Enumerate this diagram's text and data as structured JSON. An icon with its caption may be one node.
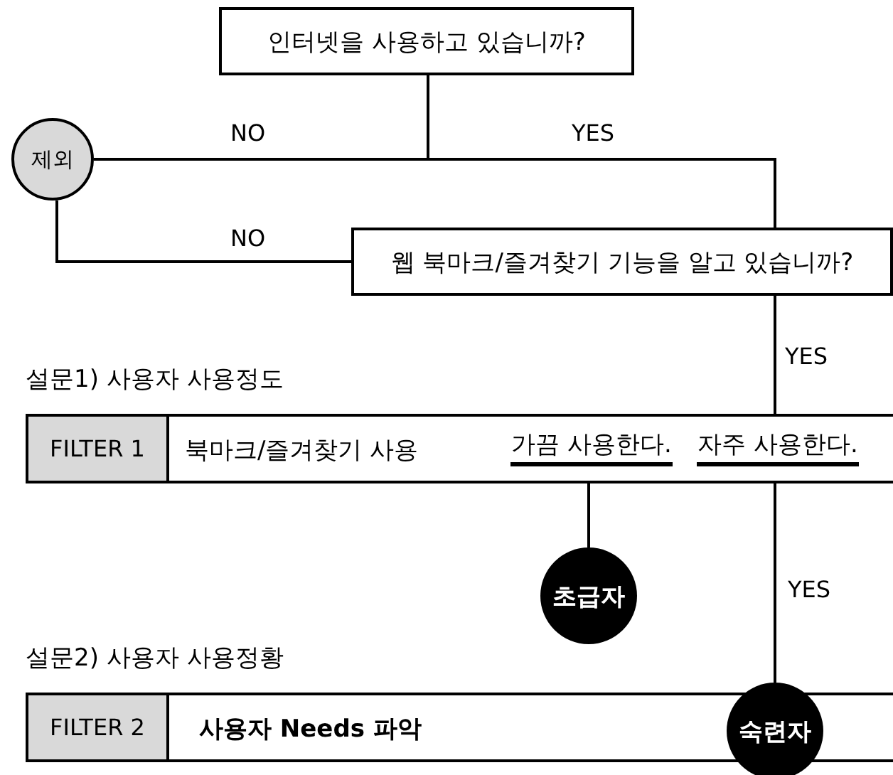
{
  "diagram": {
    "nodes": [
      {
        "text": [
          "인터넷을 사용하고 있습니까?"
        ]
      },
      {
        "text": [
          "제외"
        ]
      },
      {
        "text": [
          "웹 북마크/즐겨찾기 기능을 알고 있습니까?"
        ]
      },
      {
        "text": [
          "설문1) 사용자 사용정도",
          "북마크/즐겨찾기 사용"
        ]
      },
      {
        "text": [
          "FILTER 1"
        ],
        "in": 3
      },
      {
        "text": [
          "가끔 사용한다."
        ],
        "in": 3
      },
      {
        "text": [
          "자주 사용한다."
        ],
        "in": 3
      },
      {
        "text": [
          "초급자"
        ]
      },
      {
        "text": [
          "설문2) 사용자 사용정황",
          "사용자 Needs 파악"
        ]
      },
      {
        "text": [
          "FILTER 2"
        ],
        "in": 8
      },
      {
        "text": [
          "숙련자"
        ]
      }
    ],
    "edges": [
      {
        "from": 0,
        "to": 1,
        "arrow": "none",
        "label": "NO"
      },
      {
        "from": 0,
        "to": 2,
        "arrow": "none",
        "label": "YES"
      },
      {
        "from": 2,
        "to": 1,
        "arrow": "none",
        "label": "NO"
      },
      {
        "from": 2,
        "to": 3,
        "arrow": "none",
        "label": "YES"
      },
      {
        "from": 5,
        "to": 7,
        "arrow": "none"
      },
      {
        "from": 6,
        "to": 10,
        "arrow": "none",
        "label": "YES"
      }
    ]
  }
}
